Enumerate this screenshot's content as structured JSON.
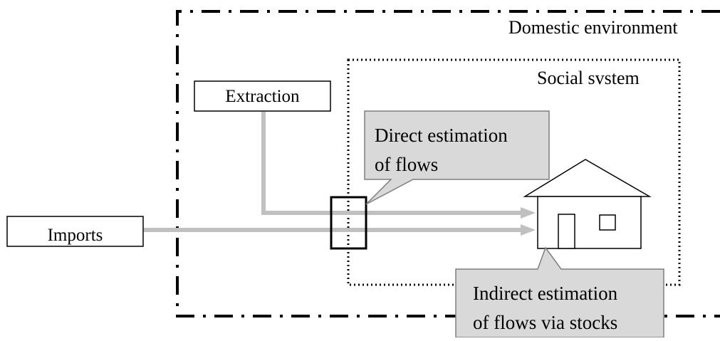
{
  "diagram": {
    "boundaries": {
      "domestic_environment": "Domestic environment",
      "social_system": "Social svstem"
    },
    "sources": {
      "extraction": "Extraction",
      "imports": "Imports"
    },
    "callouts": {
      "direct": {
        "line1": "Direct estimation",
        "line2": "of flows"
      },
      "indirect": {
        "line1": "Indirect estimation",
        "line2": "of flows via stocks"
      }
    },
    "colors": {
      "flow_arrow": "#c0c0c0",
      "callout_fill": "#d9d9d9",
      "callout_stroke": "#7f7f7f",
      "outline": "#000000"
    }
  }
}
